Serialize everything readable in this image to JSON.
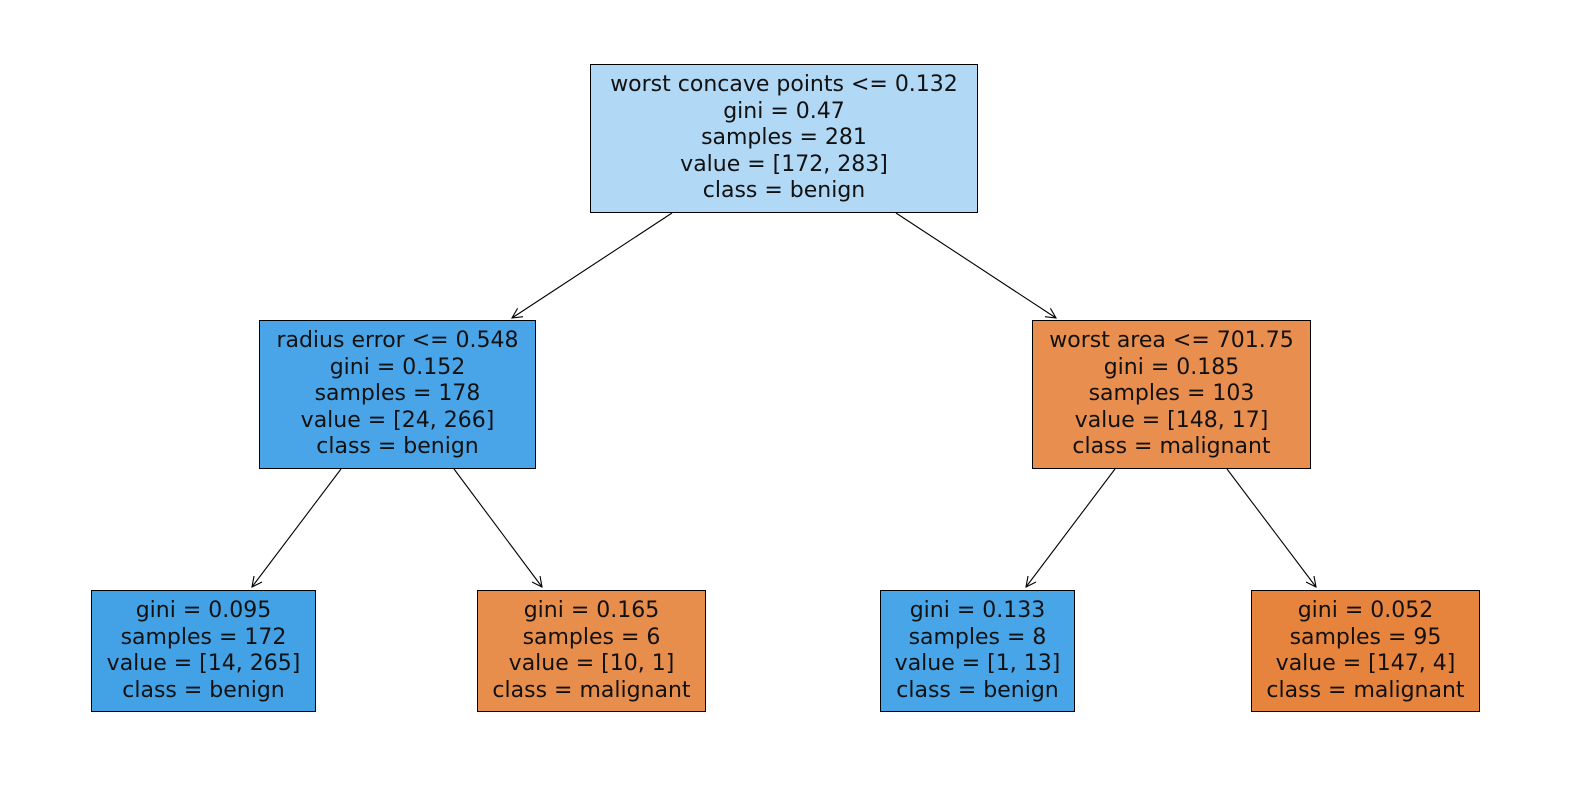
{
  "tree": {
    "root": {
      "lines": [
        "worst concave points <= 0.132",
        "gini = 0.47",
        "samples = 281",
        "value = [172, 283]",
        "class = benign"
      ],
      "fill": "#b1d8f5"
    },
    "left": {
      "lines": [
        "radius error <= 0.548",
        "gini = 0.152",
        "samples = 178",
        "value = [24, 266]",
        "class = benign"
      ],
      "fill": "#4aa5e8"
    },
    "right": {
      "lines": [
        "worst area <= 701.75",
        "gini = 0.185",
        "samples = 103",
        "value = [148, 17]",
        "class = malignant"
      ],
      "fill": "#e88e4e"
    },
    "leaf_1": {
      "lines": [
        "gini = 0.095",
        "samples = 172",
        "value = [14, 265]",
        "class = benign"
      ],
      "fill": "#43a2e6"
    },
    "leaf_2": {
      "lines": [
        "gini = 0.165",
        "samples = 6",
        "value = [10, 1]",
        "class = malignant"
      ],
      "fill": "#e88e4d"
    },
    "leaf_3": {
      "lines": [
        "gini = 0.133",
        "samples = 8",
        "value = [1, 13]",
        "class = benign"
      ],
      "fill": "#48a5e7"
    },
    "leaf_4": {
      "lines": [
        "gini = 0.052",
        "samples = 95",
        "value = [147, 4]",
        "class = malignant"
      ],
      "fill": "#e6843e"
    }
  }
}
